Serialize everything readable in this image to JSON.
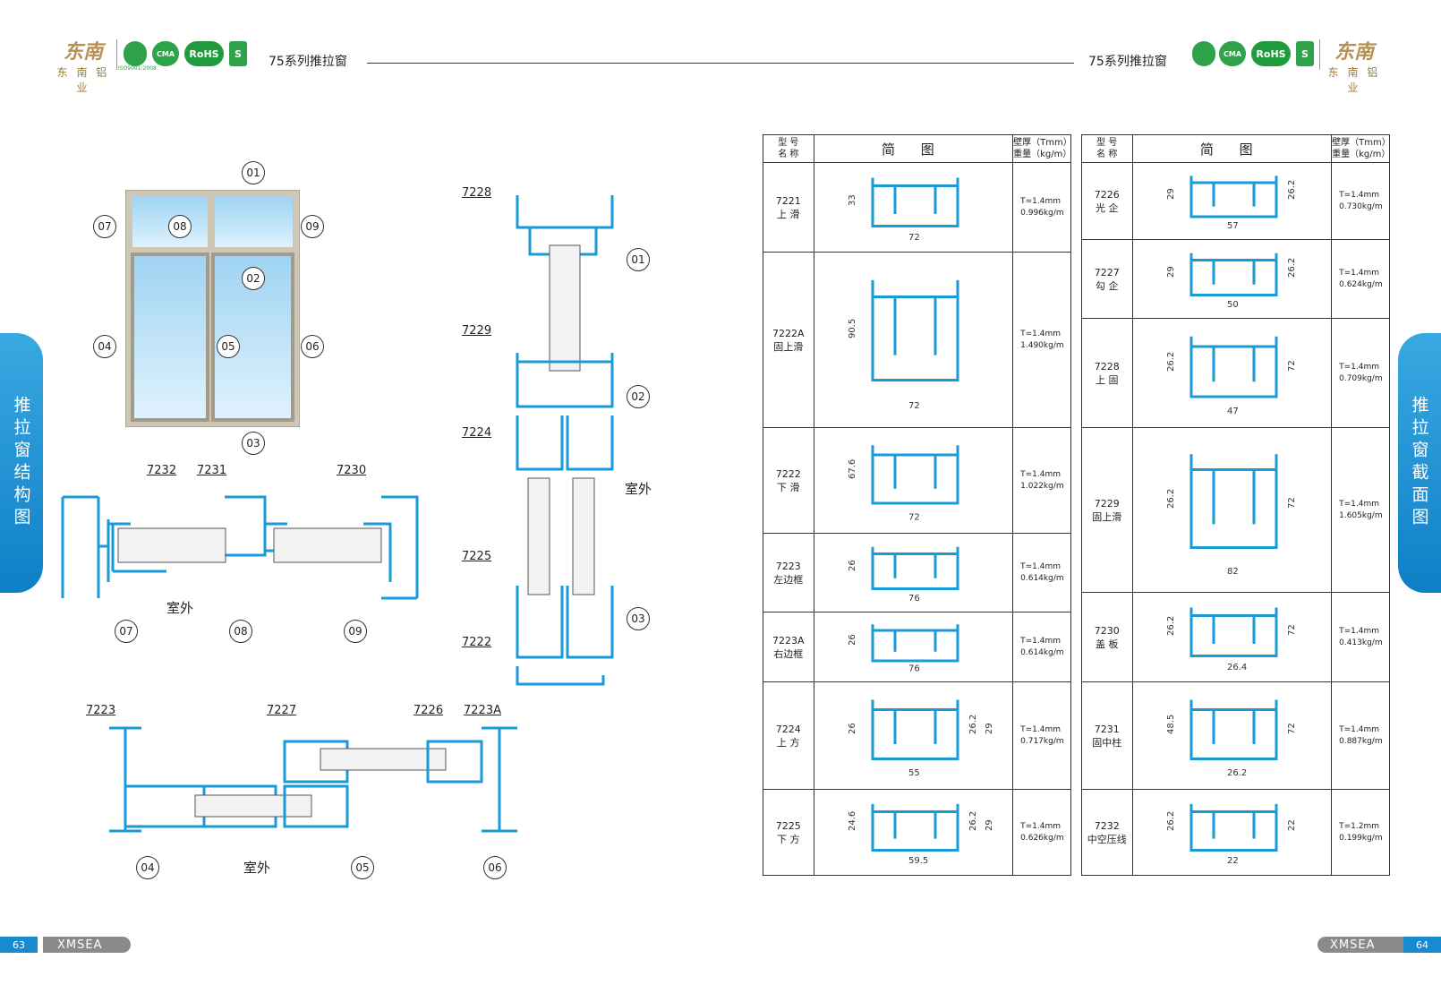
{
  "header": {
    "brand_mark": "东南",
    "brand_name": "东 南 铝 业",
    "series_title": "75系列推拉窗",
    "certs": [
      "ISO9001:2008",
      "CMA",
      "RoHS",
      "S"
    ]
  },
  "side_tabs": {
    "left": "推拉窗结构图",
    "right": "推拉窗截面图"
  },
  "window_diagram": {
    "positions": [
      "01",
      "02",
      "03",
      "04",
      "05",
      "06",
      "07",
      "08",
      "09"
    ]
  },
  "section_labels": {
    "outdoor": "室外",
    "horizontal_top": {
      "codes": [
        "7232",
        "7231",
        "7230"
      ],
      "positions": [
        "07",
        "08",
        "09"
      ]
    },
    "vertical": {
      "codes": [
        "7228",
        "7229",
        "7224",
        "7225",
        "7222"
      ],
      "positions": [
        "01",
        "02",
        "03"
      ]
    },
    "horizontal_bottom": {
      "codes": [
        "7223",
        "7227",
        "7226",
        "7223A"
      ],
      "positions": [
        "04",
        "05",
        "06"
      ]
    }
  },
  "table_headers": {
    "model": "型 号",
    "name": "名 称",
    "diagram": "简 图",
    "thickness": "壁厚（Tmm）",
    "weight": "重量（kg/m）"
  },
  "left_table": [
    {
      "code": "7221",
      "name": "上 滑",
      "t": "T=1.4mm",
      "w": "0.996kg/m",
      "dims": [
        "33",
        "72"
      ]
    },
    {
      "code": "7222A",
      "name": "固上滑",
      "t": "T=1.4mm",
      "w": "1.490kg/m",
      "dims": [
        "90.5",
        "72"
      ]
    },
    {
      "code": "7222",
      "name": "下 滑",
      "t": "T=1.4mm",
      "w": "1.022kg/m",
      "dims": [
        "67.6",
        "72"
      ]
    },
    {
      "code": "7223",
      "name": "左边框",
      "t": "T=1.4mm",
      "w": "0.614kg/m",
      "dims": [
        "26",
        "76"
      ]
    },
    {
      "code": "7223A",
      "name": "右边框",
      "t": "T=1.4mm",
      "w": "0.614kg/m",
      "dims": [
        "26",
        "76"
      ]
    },
    {
      "code": "7224",
      "name": "上 方",
      "t": "T=1.4mm",
      "w": "0.717kg/m",
      "dims": [
        "26",
        "55",
        "26.2",
        "29"
      ]
    },
    {
      "code": "7225",
      "name": "下 方",
      "t": "T=1.4mm",
      "w": "0.626kg/m",
      "dims": [
        "24.6",
        "59.5",
        "26.2",
        "29"
      ]
    }
  ],
  "right_table": [
    {
      "code": "7226",
      "name": "光 企",
      "t": "T=1.4mm",
      "w": "0.730kg/m",
      "dims": [
        "29",
        "57",
        "26.2"
      ]
    },
    {
      "code": "7227",
      "name": "勾 企",
      "t": "T=1.4mm",
      "w": "0.624kg/m",
      "dims": [
        "29",
        "50",
        "26.2"
      ]
    },
    {
      "code": "7228",
      "name": "上 固",
      "t": "T=1.4mm",
      "w": "0.709kg/m",
      "dims": [
        "26.2",
        "47",
        "72"
      ]
    },
    {
      "code": "7229",
      "name": "固上滑",
      "t": "T=1.4mm",
      "w": "1.605kg/m",
      "dims": [
        "26.2",
        "82",
        "72"
      ]
    },
    {
      "code": "7230",
      "name": "盖 板",
      "t": "T=1.4mm",
      "w": "0.413kg/m",
      "dims": [
        "26.2",
        "26.4",
        "72"
      ]
    },
    {
      "code": "7231",
      "name": "固中柱",
      "t": "T=1.4mm",
      "w": "0.887kg/m",
      "dims": [
        "48.5",
        "26.2",
        "72"
      ]
    },
    {
      "code": "7232",
      "name": "中空压线",
      "t": "T=1.2mm",
      "w": "0.199kg/m",
      "dims": [
        "26.2",
        "22",
        "22"
      ]
    }
  ],
  "footer": {
    "brand": "XMSEA",
    "left_page": "63",
    "right_page": "64"
  }
}
